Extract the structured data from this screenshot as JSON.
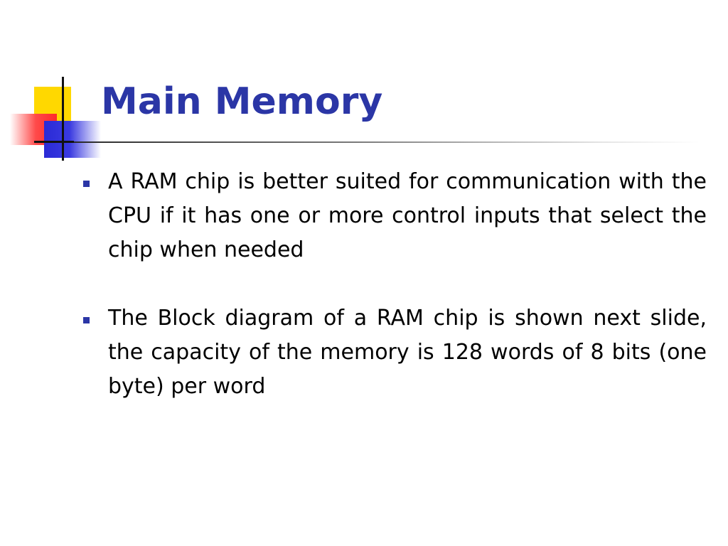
{
  "slide": {
    "title": "Main Memory",
    "bullets": [
      {
        "text": "A RAM chip is better suited for communication with the CPU if it has one or more control inputs that select the chip when needed"
      },
      {
        "text": "The Block diagram of a RAM chip is shown next slide, the capacity of the memory is 128 words of 8 bits (one byte) per word"
      }
    ]
  },
  "colors": {
    "title": "#2b36a6",
    "bullet_marker": "#2b36a6",
    "body_text": "#000000",
    "logo_yellow": "#ffd800",
    "logo_red": "#ff2a2a",
    "logo_blue": "#2a2ad6"
  },
  "icons": {
    "logo": "squares-logo-icon",
    "bullet": "square-bullet-icon"
  }
}
